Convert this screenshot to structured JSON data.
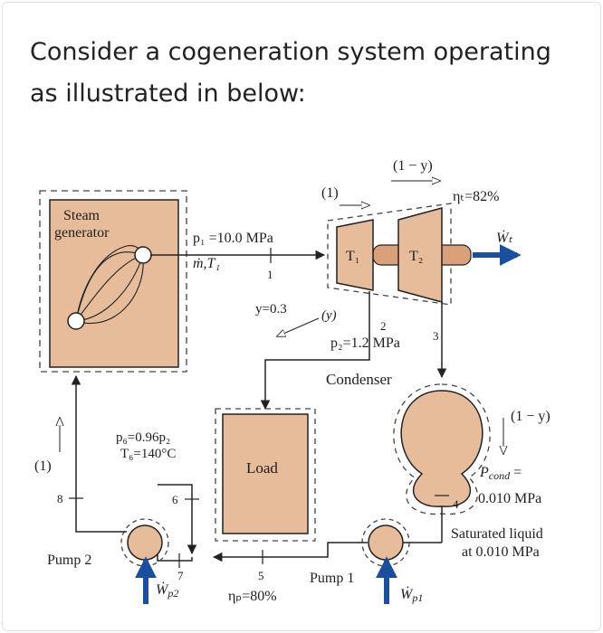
{
  "question": {
    "heading_line1": "Consider a cogeneration system operating",
    "heading_line2": "as illustrated in below:"
  },
  "diagram": {
    "steam_generator": [
      "Steam",
      "generator"
    ],
    "p1": "p₁ =10.0 MPa",
    "mdot_T1": "ṁ,T₁",
    "state1": "1",
    "flow_1_top": "(1)",
    "flow_1_minus_y": "(1 − y)",
    "eta_t": "ηₜ=82%",
    "turbine1": "T₁",
    "turbine2": "T₂",
    "work_turbine": "Ẇₜ",
    "y_value": "y=0.3",
    "flow_y": "(y)",
    "state2": "2",
    "p2": "p₂=1.2 MPa",
    "state3": "3",
    "condenser": "Condenser",
    "flow_1_minus_y_right": "(1 − y)",
    "p_cond_label": "P",
    "p_cond_sub": "cond",
    "p_cond_eq": " =",
    "p_cond_value": "0.010 MPa",
    "state4": "4",
    "sat_liquid_1": "Saturated liquid",
    "sat_liquid_2": "at 0.010 MPa",
    "p6": "p₆=0.96p₂",
    "T6": "T₆=140°C",
    "flow_1_left": "(1)",
    "state8": "8",
    "state6": "6",
    "load": "Load",
    "state7": "7",
    "state5": "5",
    "eta_p": "ηₚ=80%",
    "pump2": "Pump 2",
    "pump1": "Pump 1",
    "work_p2_W": "Ẇ",
    "work_p2_sub": "p2",
    "work_p1_W": "Ẇ",
    "work_p1_sub": "p1"
  },
  "colors": {
    "component_fill": "#e6bc9a",
    "line": "#222222",
    "dashed": "#444444",
    "arrow_blue": "#1a4fa0",
    "shaft": "#d9a07a"
  }
}
